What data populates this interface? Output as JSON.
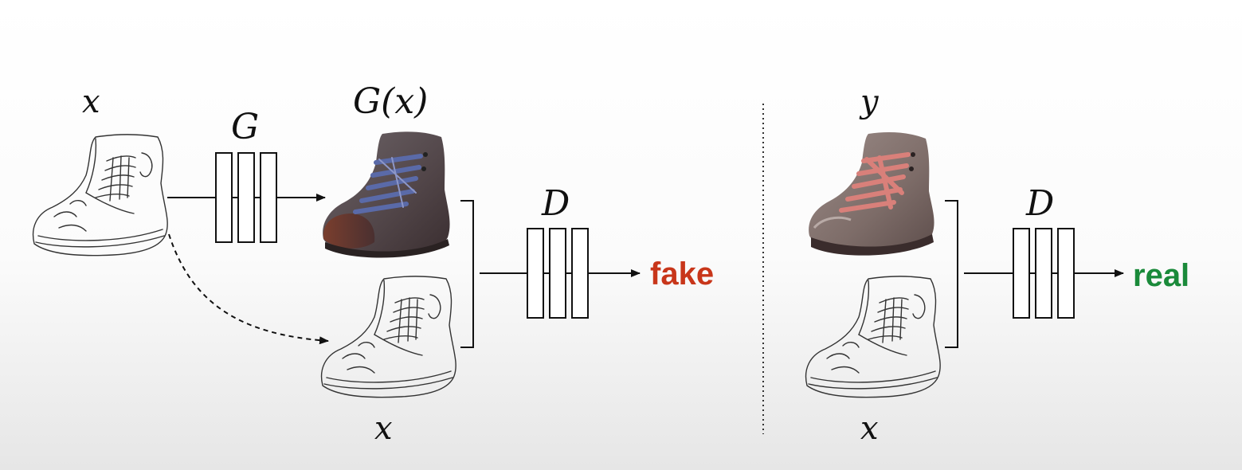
{
  "labels": {
    "input_x": "x",
    "generator": "G",
    "generated": "G(x)",
    "input_x_bottom_left": "x",
    "discriminator_left": "D",
    "target_y": "y",
    "input_x_bottom_right": "x",
    "discriminator_right": "D"
  },
  "outputs": {
    "fake": "fake",
    "real": "real"
  },
  "colors": {
    "fake": "#c8361a",
    "real": "#1a8a3a",
    "line": "#111111"
  },
  "icons": [
    "sketch-shoe-icon",
    "generated-shoe-icon",
    "real-shoe-icon",
    "network-block-icon",
    "arrow-icon"
  ]
}
